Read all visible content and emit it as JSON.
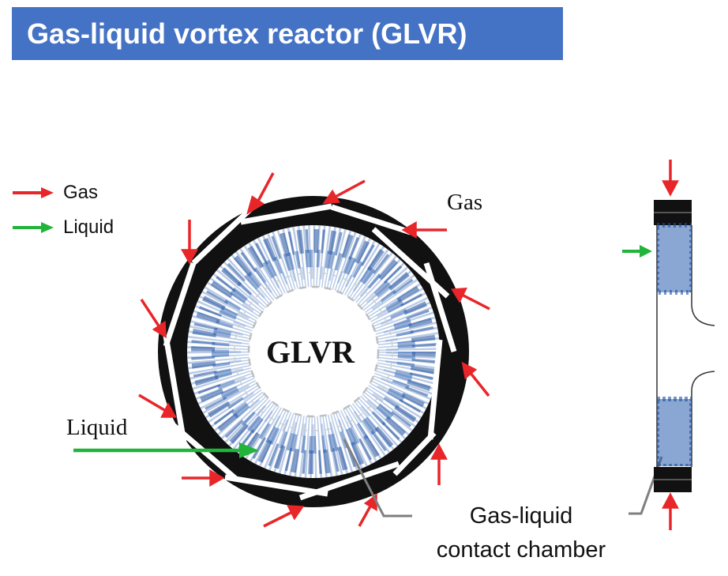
{
  "title": "Gas-liquid vortex reactor (GLVR)",
  "legend": [
    {
      "label": "Gas",
      "color": "#e8262a",
      "icon": "red-arrow-icon"
    },
    {
      "label": "Liquid",
      "color": "#22b43a",
      "icon": "green-arrow-icon"
    }
  ],
  "labels": {
    "gas": "Gas",
    "liquid": "Liquid",
    "reactor": "GLVR",
    "chamber_line1": "Gas-liquid",
    "chamber_line2": "contact chamber"
  },
  "colors": {
    "title_bg": "#4472c4",
    "gas_arrow": "#e8262a",
    "liquid_arrow": "#22b43a",
    "reactor_body": "#111111",
    "vortex": "#1f4f9c"
  }
}
